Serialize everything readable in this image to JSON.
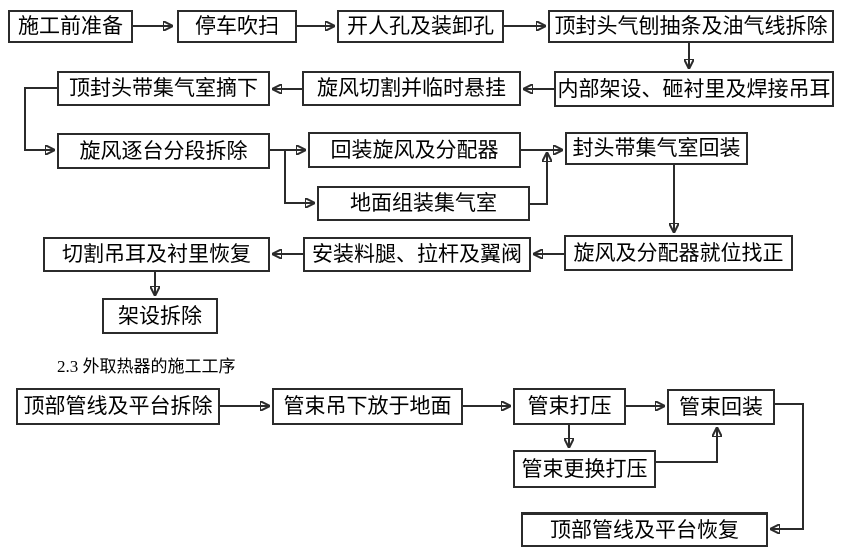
{
  "flow1": {
    "nodes": {
      "prep": "施工前准备",
      "stop_purge": "停车吹扫",
      "open_manhole": "开人孔及装卸孔",
      "top_head_lines_remove": "顶封头气刨抽条及油气线拆除",
      "internal_scaffold": "内部架设、砸衬里及焊接吊耳",
      "cyclone_cut_hang": "旋风切割并临时悬挂",
      "top_head_plenum_remove": "顶封头带集气室摘下",
      "cyclone_segment_remove": "旋风逐台分段拆除",
      "reinstall_cyclone_distributor": "回装旋风及分配器",
      "ground_assemble_plenum": "地面组装集气室",
      "head_plenum_reinstall": "封头带集气室回装",
      "cyclone_position_align": "旋风及分配器就位找正",
      "install_diplegs": "安装料腿、拉杆及翼阀",
      "cut_lugs_lining_restore": "切割吊耳及衬里恢复",
      "scaffold_removal": "架设拆除"
    },
    "edges": [
      "施工前准备 -> 停车吹扫",
      "停车吹扫 -> 开人孔及装卸孔",
      "开人孔及装卸孔 -> 顶封头气刨抽条及油气线拆除",
      "顶封头气刨抽条及油气线拆除 -> 内部架设、砸衬里及焊接吊耳",
      "内部架设、砸衬里及焊接吊耳 -> 旋风切割并临时悬挂",
      "旋风切割并临时悬挂 -> 顶封头带集气室摘下",
      "顶封头带集气室摘下 -> 旋风逐台分段拆除",
      "旋风逐台分段拆除 -> 回装旋风及分配器",
      "旋风逐台分段拆除 -> 地面组装集气室",
      "回装旋风及分配器 -> 封头带集气室回装",
      "地面组装集气室 -> 封头带集气室回装",
      "封头带集气室回装 -> 旋风及分配器就位找正",
      "旋风及分配器就位找正 -> 安装料腿、拉杆及翼阀",
      "安装料腿、拉杆及翼阀 -> 切割吊耳及衬里恢复",
      "切割吊耳及衬里恢复 -> 架设拆除"
    ]
  },
  "caption": {
    "text": "2.3 外取热器的施工工序"
  },
  "flow2": {
    "nodes": {
      "top_piping_platform_remove": "顶部管线及平台拆除",
      "bundle_lower_ground": "管束吊下放于地面",
      "bundle_pressure_test": "管束打压",
      "bundle_reinstall": "管束回装",
      "bundle_replace_pressure_test": "管束更换打压",
      "top_piping_platform_restore": "顶部管线及平台恢复"
    },
    "edges": [
      "顶部管线及平台拆除 -> 管束吊下放于地面",
      "管束吊下放于地面 -> 管束打压",
      "管束打压 -> 管束回装",
      "管束打压 -> 管束更换打压",
      "管束更换打压 -> 管束回装",
      "管束回装 -> 顶部管线及平台恢复"
    ]
  }
}
